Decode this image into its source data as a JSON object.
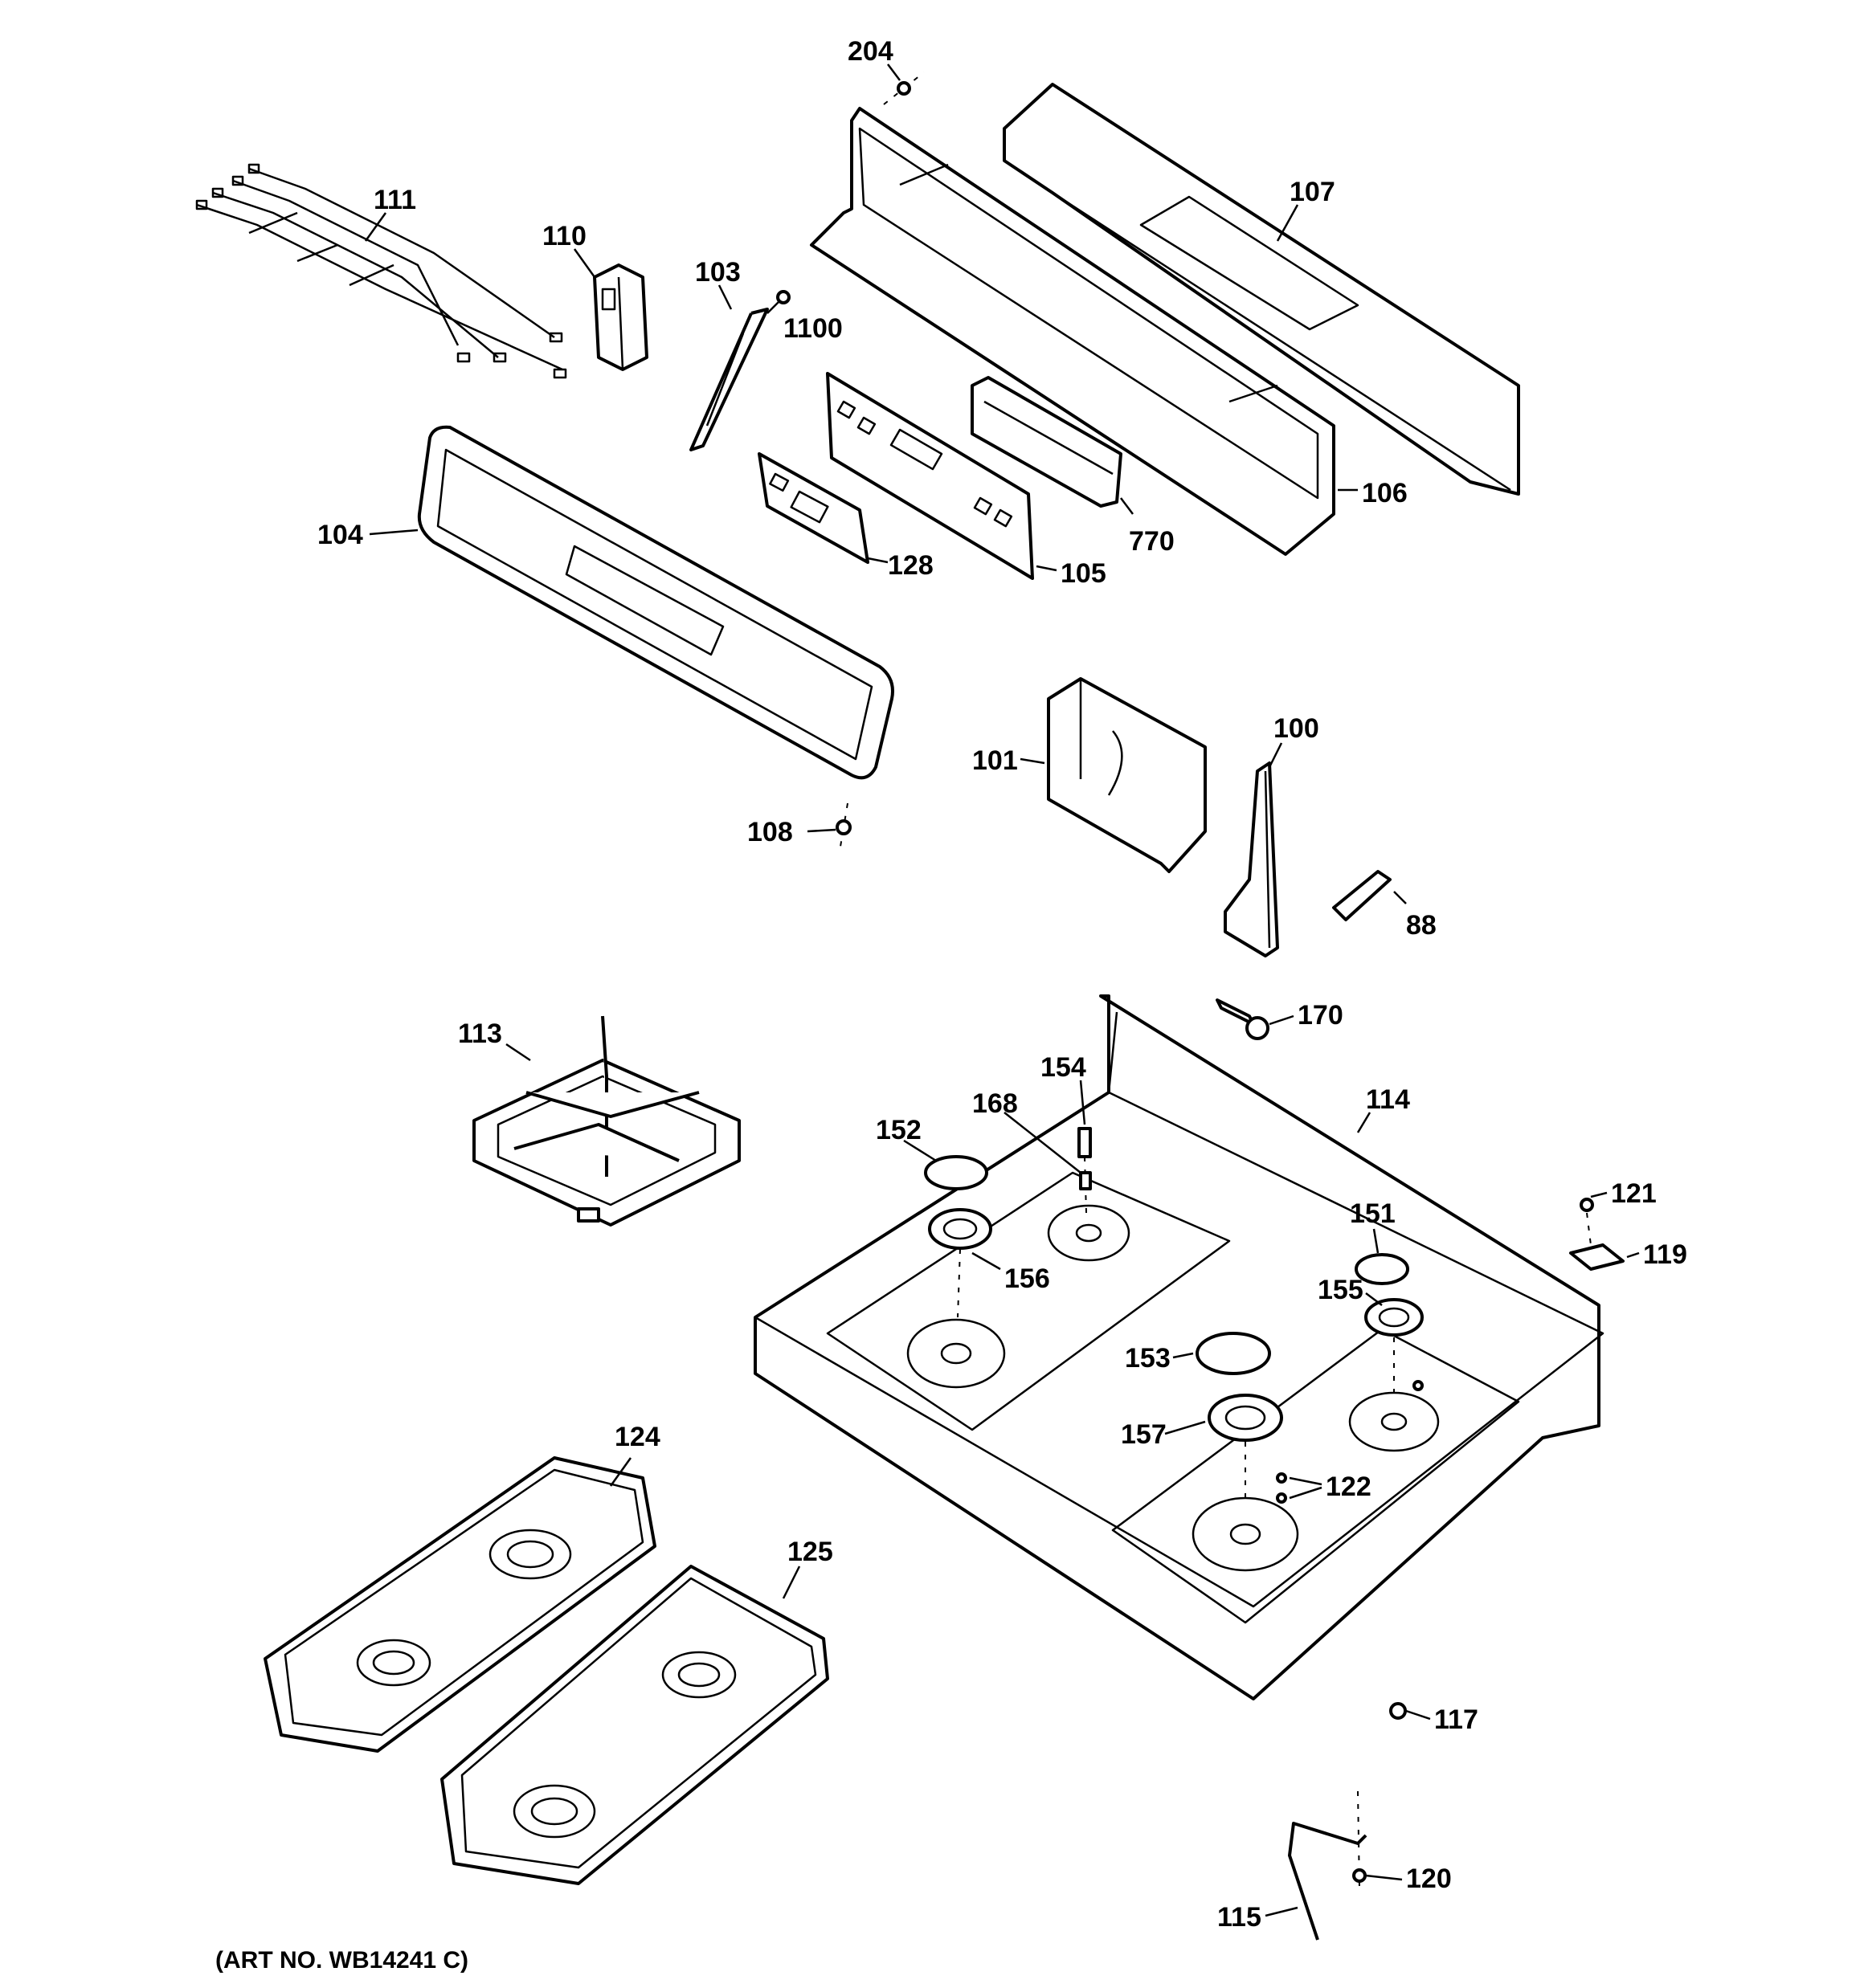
{
  "callouts": {
    "c204": "204",
    "c107": "107",
    "c111": "111",
    "c110": "110",
    "c103": "103",
    "c1100": "1100",
    "c106": "106",
    "c104": "104",
    "c128": "128",
    "c105": "105",
    "c770": "770",
    "c101": "101",
    "c100": "100",
    "c108": "108",
    "c88": "88",
    "c113": "113",
    "c170": "170",
    "c154": "154",
    "c114": "114",
    "c168": "168",
    "c152": "152",
    "c121": "121",
    "c151": "151",
    "c119": "119",
    "c156": "156",
    "c155": "155",
    "c153": "153",
    "c157": "157",
    "c122": "122",
    "c124": "124",
    "c125": "125",
    "c117": "117",
    "c120": "120",
    "c115": "115"
  },
  "art_number": "(ART NO. WB14241 C)"
}
